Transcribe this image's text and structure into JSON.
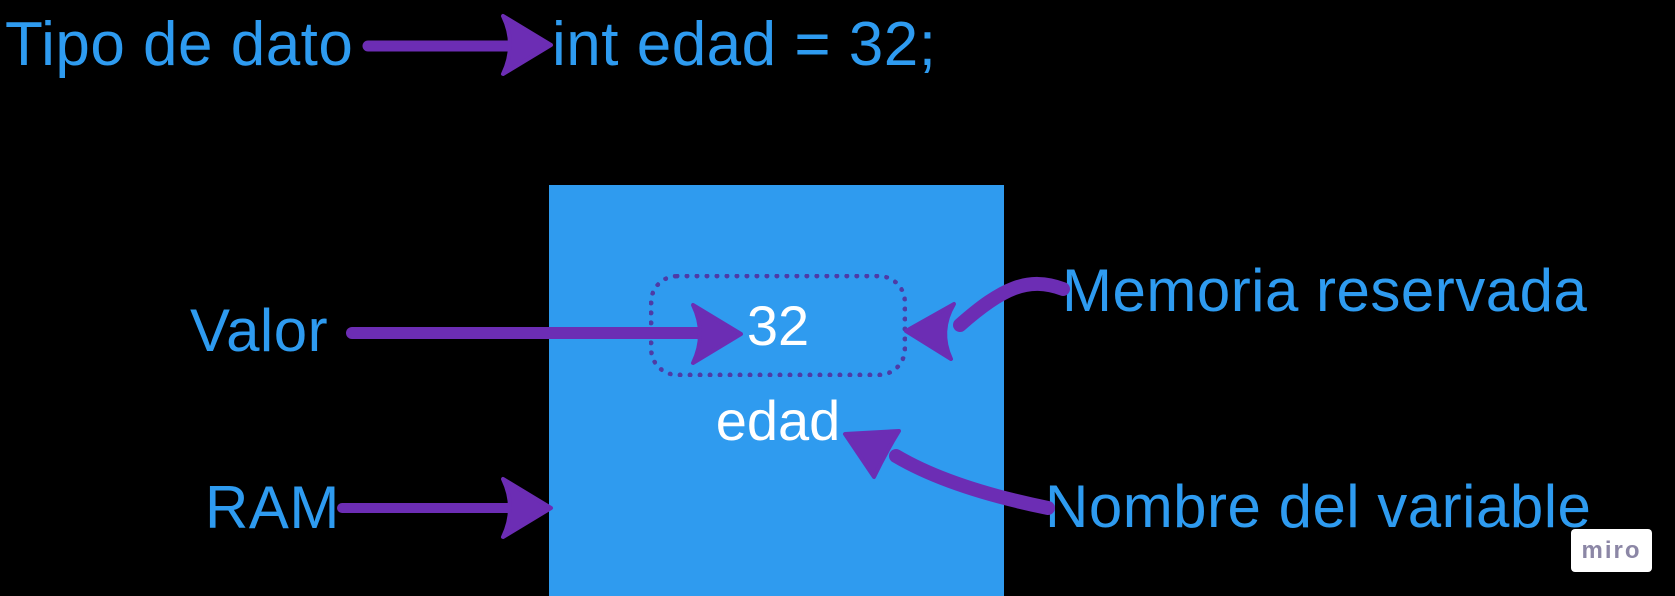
{
  "diagram": {
    "title_label": "Tipo de dato",
    "code": "int edad = 32;",
    "left_labels": {
      "valor": "Valor",
      "ram": "RAM"
    },
    "right_labels": {
      "memoria": "Memoria reservada",
      "nombre": "Nombre del variable"
    },
    "memory": {
      "value": "32",
      "variable_name": "edad"
    }
  },
  "watermark": {
    "label": "miro"
  },
  "colors": {
    "background": "#000000",
    "blue_text": "#2e9bf0",
    "square_fill": "#2f9bef",
    "arrow_purple": "#6c2db4",
    "dotted_border": "#4e3ba6",
    "value_text": "#ffffff",
    "miro_text": "#8c87a6"
  }
}
